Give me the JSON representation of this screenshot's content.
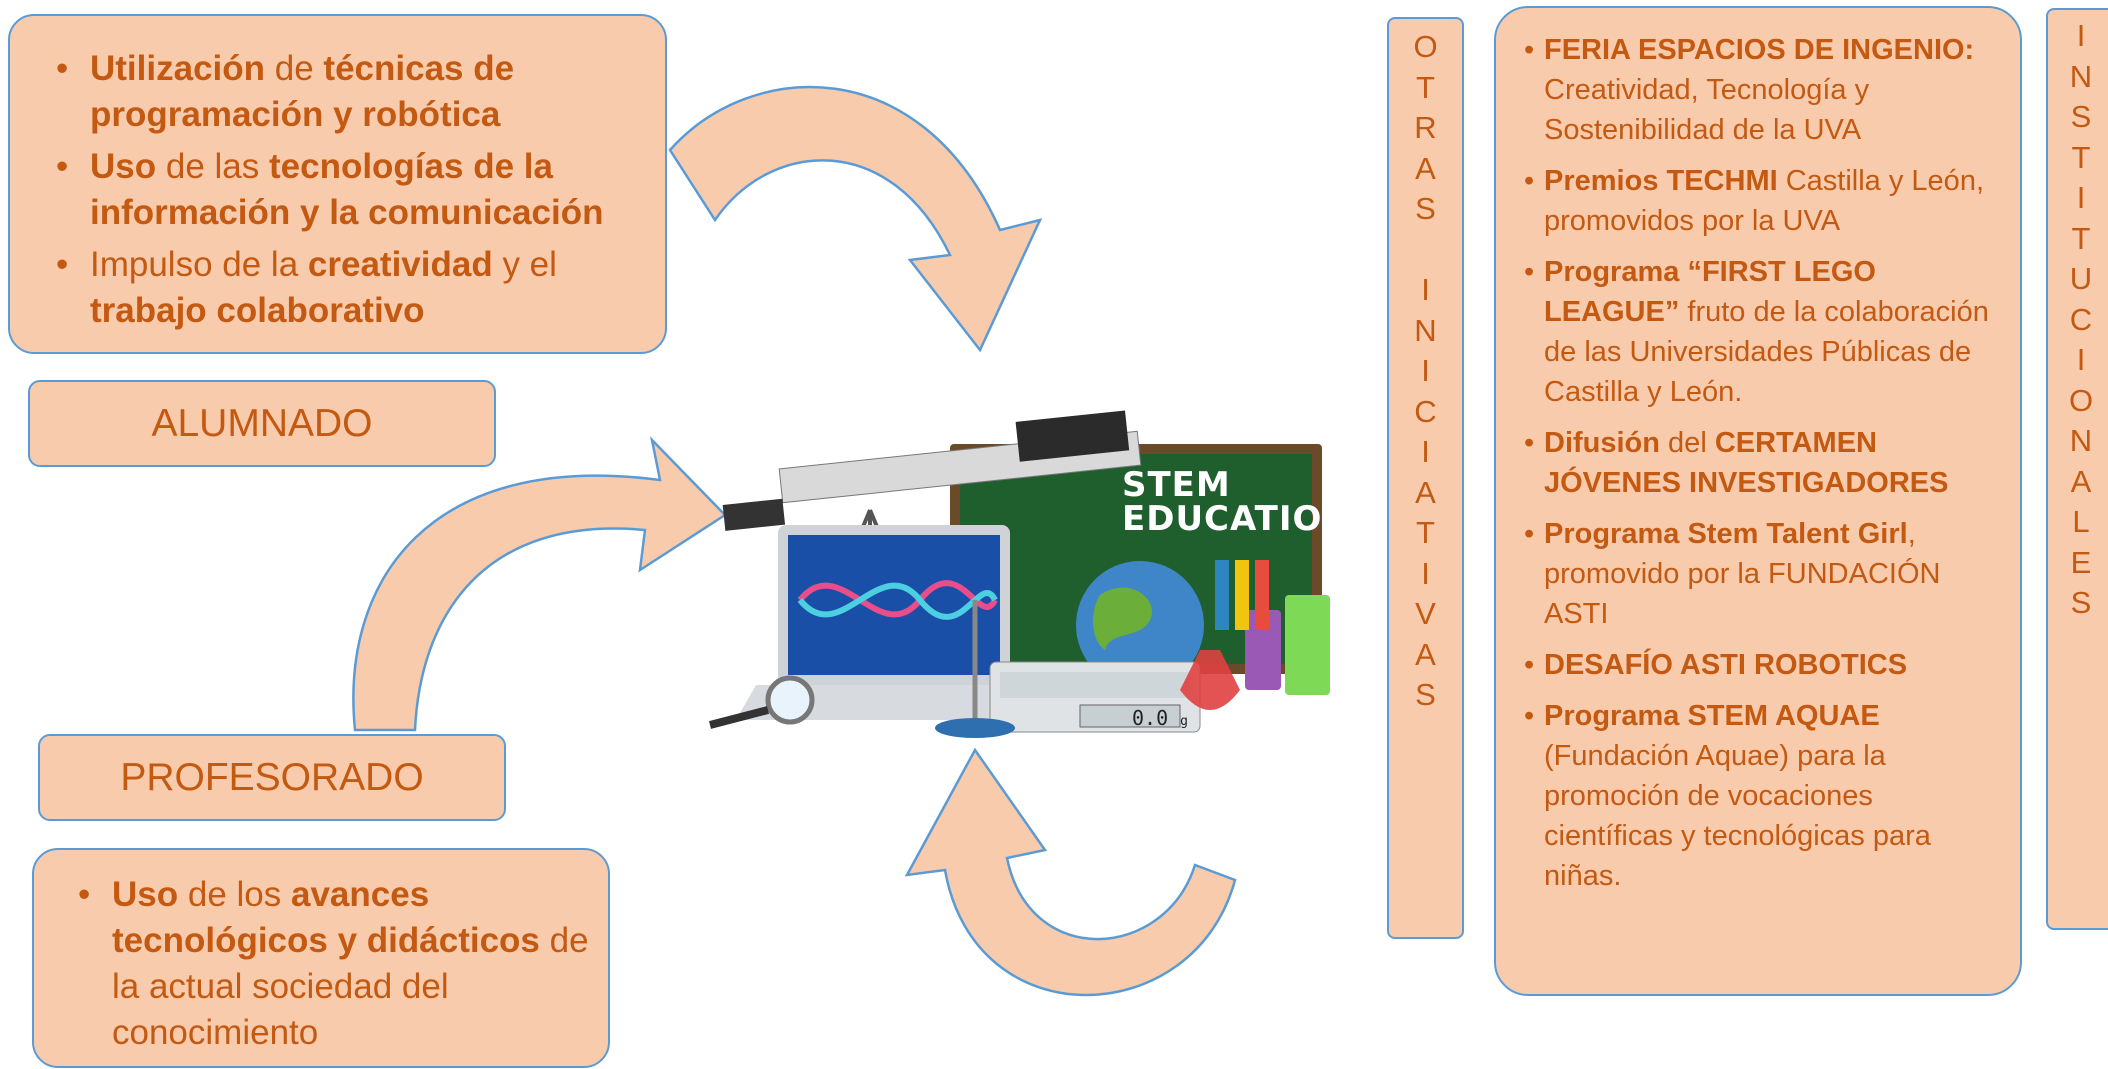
{
  "alumnado_box": {
    "items": [
      [
        {
          "t": "Utilización",
          "b": true
        },
        {
          "t": " de ",
          "b": false
        },
        {
          "t": "técnicas de programación y robótica",
          "b": true
        }
      ],
      [
        {
          "t": "Uso",
          "b": true
        },
        {
          "t": " de las ",
          "b": false
        },
        {
          "t": "tecnologías de la información y la comunicación",
          "b": true
        }
      ],
      [
        {
          "t": "Impulso de la ",
          "b": false
        },
        {
          "t": "creatividad",
          "b": true
        },
        {
          "t": " y el ",
          "b": false
        },
        {
          "t": "trabajo colaborativo",
          "b": true
        }
      ]
    ]
  },
  "alumnado_label": "ALUMNADO",
  "profesorado_label": "PROFESORADO",
  "profesorado_box": {
    "items": [
      [
        {
          "t": "Uso",
          "b": true
        },
        {
          "t": " de los ",
          "b": false
        },
        {
          "t": "avances tecnológicos y didácticos",
          "b": true
        },
        {
          "t": " de la actual sociedad del conocimiento",
          "b": false
        }
      ]
    ]
  },
  "center_image": {
    "board_text_1": "STEM",
    "board_text_2": "EDUCATION",
    "scale_readout": "0.0",
    "scale_unit": "g"
  },
  "otras_label": "OTRAS INICIATIVAS",
  "initiatives": {
    "items": [
      [
        {
          "t": "FERIA ESPACIOS DE INGENIO:",
          "b": true
        },
        {
          "t": " Creatividad, Tecnología y Sostenibilidad de la UVA",
          "b": false
        }
      ],
      [
        {
          "t": "Premios TECHMI",
          "b": true
        },
        {
          "t": " Castilla y León, promovidos por la UVA",
          "b": false
        }
      ],
      [
        {
          "t": "Programa “FIRST LEGO LEAGUE”",
          "b": true
        },
        {
          "t": " fruto de la colaboración de las Universidades Públicas de Castilla y León.",
          "b": false
        }
      ],
      [
        {
          "t": "Difusión",
          "b": true
        },
        {
          "t": " del ",
          "b": false
        },
        {
          "t": "CERTAMEN JÓVENES INVESTIGADORES",
          "b": true
        }
      ],
      [
        {
          "t": "Programa Stem Talent Girl",
          "b": true
        },
        {
          "t": ", promovido por la FUNDACIÓN ASTI",
          "b": false
        }
      ],
      [
        {
          "t": "DESAFÍO ASTI ROBOTICS",
          "b": true
        }
      ],
      [
        {
          "t": "Programa STEM AQUAE",
          "b": true
        },
        {
          "t": " (Fundación Aquae) para la promoción de vocaciones científicas y tecnológicas para niñas.",
          "b": false
        }
      ]
    ]
  },
  "institucionales_label": "INSTITUCIONALES",
  "colors": {
    "fill": "#f8cbad",
    "border": "#5b9bd5",
    "text": "#c45911",
    "arrow_fill": "#f8cbad",
    "arrow_stroke": "#5b9bd5"
  }
}
